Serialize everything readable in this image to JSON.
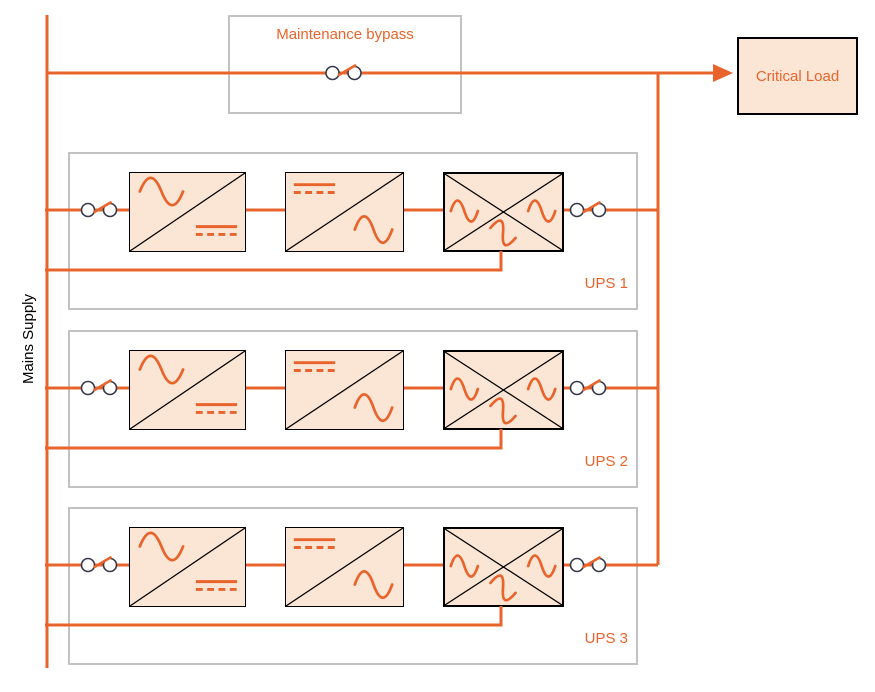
{
  "labels": {
    "mains_supply": "Mains Supply",
    "maintenance_bypass": "Maintenance bypass",
    "critical_load": "Critical Load"
  },
  "ups_units": [
    {
      "label": "UPS 1"
    },
    {
      "label": "UPS 2"
    },
    {
      "label": "UPS 3"
    }
  ],
  "icons": {
    "open_switch": "open-switch-icon",
    "flow_arrow": "flow-arrow-icon",
    "ac_sine": "ac-sine-wave-icon",
    "dc_bus": "dc-solid-dashed-icon",
    "static_switch_cross": "static-switch-x-icon"
  },
  "colors": {
    "wire_orange": "#E8642C",
    "component_fill": "#FBE6D5",
    "enclosure_gray": "#C2C2C2",
    "component_border": "#000000",
    "switch_ring": "#36394A",
    "mains_label_black": "#000000"
  }
}
